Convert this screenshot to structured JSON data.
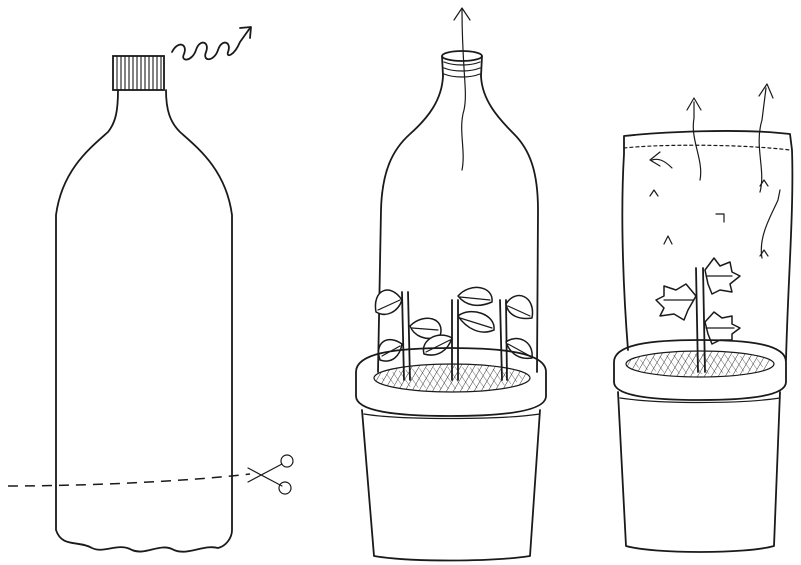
{
  "figure": {
    "panels": [
      {
        "id": "cut-bottle",
        "elements": [
          "plastic-bottle",
          "bottle-cap",
          "spiral-arrow",
          "dashed-cut-line",
          "scissors-icon"
        ]
      },
      {
        "id": "bottle-cloche",
        "elements": [
          "bottle-cover",
          "open-neck",
          "air-arrow",
          "seedlings",
          "flower-pot",
          "soil"
        ]
      },
      {
        "id": "bag-cover",
        "elements": [
          "plastic-bag",
          "air-arrows",
          "seedling",
          "flower-pot",
          "soil"
        ]
      }
    ],
    "colors": {
      "ink": "#1a1a1a",
      "paper": "#ffffff"
    }
  }
}
